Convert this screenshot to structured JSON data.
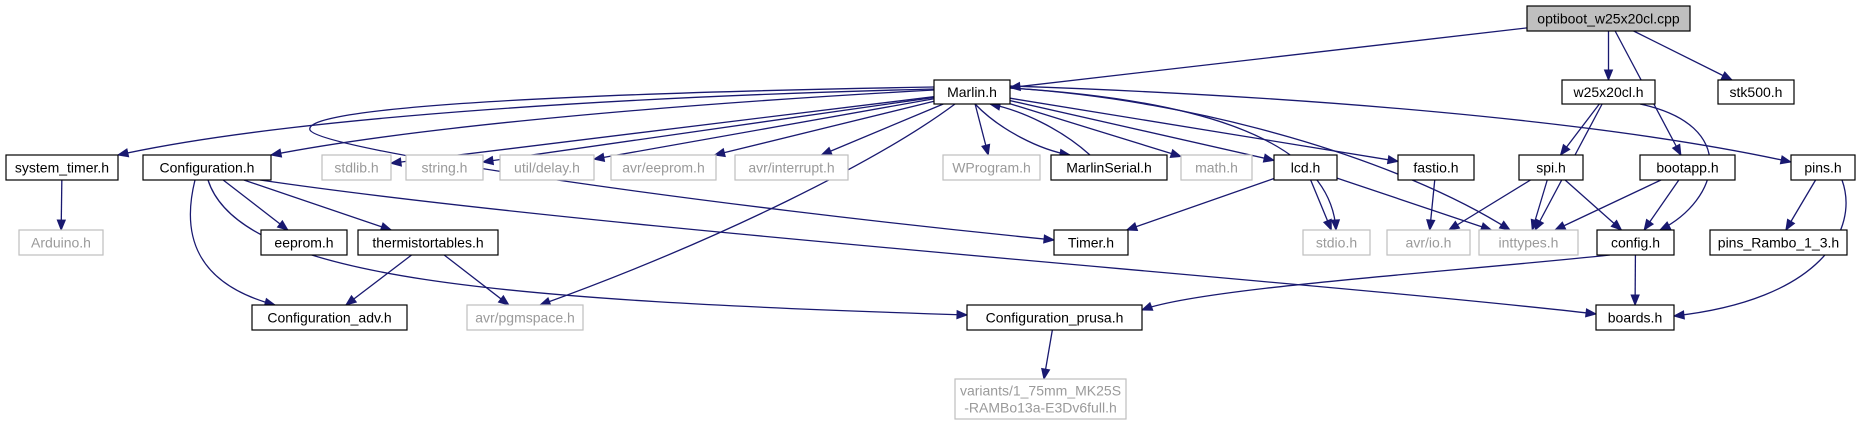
{
  "graph": {
    "nodes": {
      "optiboot": {
        "label": "optiboot_w25x20cl.cpp",
        "style": "root"
      },
      "marlin": {
        "label": "Marlin.h",
        "style": "normal"
      },
      "w25x20cl": {
        "label": "w25x20cl.h",
        "style": "normal"
      },
      "stk500": {
        "label": "stk500.h",
        "style": "normal"
      },
      "system_timer": {
        "label": "system_timer.h",
        "style": "normal"
      },
      "configuration": {
        "label": "Configuration.h",
        "style": "normal"
      },
      "stdlib": {
        "label": "stdlib.h",
        "style": "external"
      },
      "string": {
        "label": "string.h",
        "style": "external"
      },
      "util_delay": {
        "label": "util/delay.h",
        "style": "external"
      },
      "avr_eeprom": {
        "label": "avr/eeprom.h",
        "style": "external"
      },
      "avr_interrupt": {
        "label": "avr/interrupt.h",
        "style": "external"
      },
      "wprogram": {
        "label": "WProgram.h",
        "style": "external"
      },
      "marlinserial": {
        "label": "MarlinSerial.h",
        "style": "normal"
      },
      "math": {
        "label": "math.h",
        "style": "external"
      },
      "lcd": {
        "label": "lcd.h",
        "style": "normal"
      },
      "fastio": {
        "label": "fastio.h",
        "style": "normal"
      },
      "spi": {
        "label": "spi.h",
        "style": "normal"
      },
      "bootapp": {
        "label": "bootapp.h",
        "style": "normal"
      },
      "pins": {
        "label": "pins.h",
        "style": "normal"
      },
      "arduino": {
        "label": "Arduino.h",
        "style": "external"
      },
      "eeprom": {
        "label": "eeprom.h",
        "style": "normal"
      },
      "thermistortables": {
        "label": "thermistortables.h",
        "style": "normal"
      },
      "timer": {
        "label": "Timer.h",
        "style": "normal"
      },
      "stdio": {
        "label": "stdio.h",
        "style": "external"
      },
      "avr_io": {
        "label": "avr/io.h",
        "style": "external"
      },
      "inttypes": {
        "label": "inttypes.h",
        "style": "external"
      },
      "config": {
        "label": "config.h",
        "style": "normal"
      },
      "pins_rambo": {
        "label": "pins_Rambo_1_3.h",
        "style": "normal"
      },
      "configuration_adv": {
        "label": "Configuration_adv.h",
        "style": "normal"
      },
      "avr_pgmspace": {
        "label": "avr/pgmspace.h",
        "style": "external"
      },
      "configuration_prusa": {
        "label": "Configuration_prusa.h",
        "style": "normal"
      },
      "boards": {
        "label": "boards.h",
        "style": "normal"
      },
      "variants": {
        "label": "variants/1_75mm_MK25S-RAMBo13a-E3Dv6full.h",
        "label_lines": [
          "variants/1_75mm_MK25S",
          "-RAMBo13a-E3Dv6full.h"
        ],
        "style": "external"
      }
    },
    "edges": [
      [
        "optiboot",
        "marlin"
      ],
      [
        "optiboot",
        "w25x20cl"
      ],
      [
        "optiboot",
        "bootapp"
      ],
      [
        "optiboot",
        "stk500"
      ],
      [
        "marlin",
        "system_timer"
      ],
      [
        "marlin",
        "configuration"
      ],
      [
        "marlin",
        "stdlib"
      ],
      [
        "marlin",
        "string"
      ],
      [
        "marlin",
        "util_delay"
      ],
      [
        "marlin",
        "avr_eeprom"
      ],
      [
        "marlin",
        "avr_interrupt"
      ],
      [
        "marlin",
        "wprogram"
      ],
      [
        "marlin",
        "marlinserial"
      ],
      [
        "marlin",
        "math"
      ],
      [
        "marlin",
        "lcd"
      ],
      [
        "marlin",
        "fastio"
      ],
      [
        "marlin",
        "pins"
      ],
      [
        "marlin",
        "stdio"
      ],
      [
        "marlin",
        "inttypes"
      ],
      [
        "marlin",
        "avr_pgmspace"
      ],
      [
        "marlin",
        "timer"
      ],
      [
        "marlinserial",
        "marlin"
      ],
      [
        "system_timer",
        "arduino"
      ],
      [
        "configuration",
        "eeprom"
      ],
      [
        "configuration",
        "thermistortables"
      ],
      [
        "configuration",
        "configuration_adv"
      ],
      [
        "configuration",
        "configuration_prusa"
      ],
      [
        "configuration",
        "boards"
      ],
      [
        "thermistortables",
        "configuration_adv"
      ],
      [
        "thermistortables",
        "avr_pgmspace"
      ],
      [
        "lcd",
        "timer"
      ],
      [
        "lcd",
        "stdio"
      ],
      [
        "lcd",
        "inttypes"
      ],
      [
        "fastio",
        "avr_io"
      ],
      [
        "w25x20cl",
        "spi"
      ],
      [
        "w25x20cl",
        "inttypes"
      ],
      [
        "w25x20cl",
        "config"
      ],
      [
        "spi",
        "avr_io"
      ],
      [
        "spi",
        "inttypes"
      ],
      [
        "spi",
        "config"
      ],
      [
        "bootapp",
        "inttypes"
      ],
      [
        "bootapp",
        "config"
      ],
      [
        "config",
        "configuration_prusa"
      ],
      [
        "config",
        "boards"
      ],
      [
        "pins",
        "pins_rambo"
      ],
      [
        "pins",
        "boards"
      ],
      [
        "configuration_prusa",
        "variants"
      ]
    ],
    "colors": {
      "edge": "#191970",
      "root_fill": "#bfbfbf",
      "external_border": "#bfbfbf",
      "external_text": "#9a9a9a"
    }
  }
}
